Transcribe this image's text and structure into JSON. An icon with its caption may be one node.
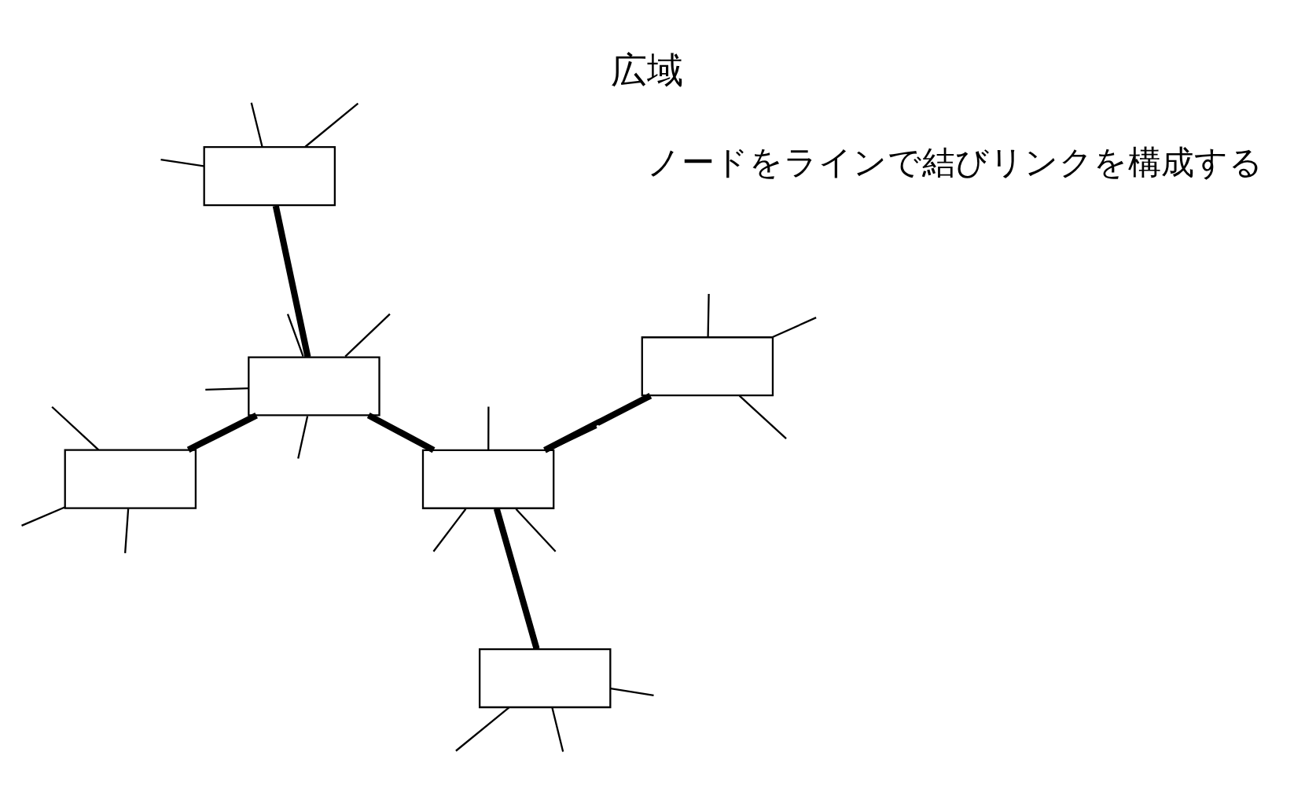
{
  "diagram": {
    "title": "広域",
    "nodes": [
      {
        "text": [],
        "shape": "box"
      },
      {
        "text": [],
        "shape": "box"
      },
      {
        "text": [],
        "shape": "box"
      },
      {
        "text": [],
        "shape": "box"
      },
      {
        "text": [],
        "shape": "box"
      },
      {
        "text": [],
        "shape": "box"
      }
    ],
    "edges": [
      {
        "from": 0,
        "to": 2,
        "arrow": "none",
        "style": "thick"
      },
      {
        "from": 2,
        "to": 3,
        "arrow": "none",
        "style": "thick"
      },
      {
        "from": 3,
        "to": 1,
        "arrow": "none",
        "style": "thick"
      },
      {
        "from": 2,
        "to": 4,
        "arrow": "none",
        "style": "thick"
      },
      {
        "from": 3,
        "to": 5,
        "arrow": "none",
        "style": "thick"
      },
      {
        "from": 0,
        "to": null,
        "arrow": "none"
      },
      {
        "from": 0,
        "to": null,
        "arrow": "none"
      },
      {
        "from": 0,
        "to": null,
        "arrow": "none"
      },
      {
        "from": 1,
        "to": null,
        "arrow": "none"
      },
      {
        "from": 1,
        "to": null,
        "arrow": "none"
      },
      {
        "from": 1,
        "to": null,
        "arrow": "none"
      },
      {
        "from": 2,
        "to": null,
        "arrow": "none"
      },
      {
        "from": 2,
        "to": null,
        "arrow": "none"
      },
      {
        "from": 2,
        "to": null,
        "arrow": "none"
      },
      {
        "from": 2,
        "to": null,
        "arrow": "none"
      },
      {
        "from": 3,
        "to": null,
        "arrow": "none"
      },
      {
        "from": 3,
        "to": null,
        "arrow": "none"
      },
      {
        "from": 3,
        "to": null,
        "arrow": "none"
      },
      {
        "from": 3,
        "to": null,
        "arrow": "none"
      },
      {
        "from": 4,
        "to": null,
        "arrow": "none"
      },
      {
        "from": 4,
        "to": null,
        "arrow": "none"
      },
      {
        "from": 4,
        "to": null,
        "arrow": "none"
      },
      {
        "from": 5,
        "to": null,
        "arrow": "none"
      },
      {
        "from": 5,
        "to": null,
        "arrow": "none"
      },
      {
        "from": 5,
        "to": null,
        "arrow": "none"
      }
    ],
    "labels": [
      "ノードをラインで結びリンクを構成する"
    ]
  }
}
